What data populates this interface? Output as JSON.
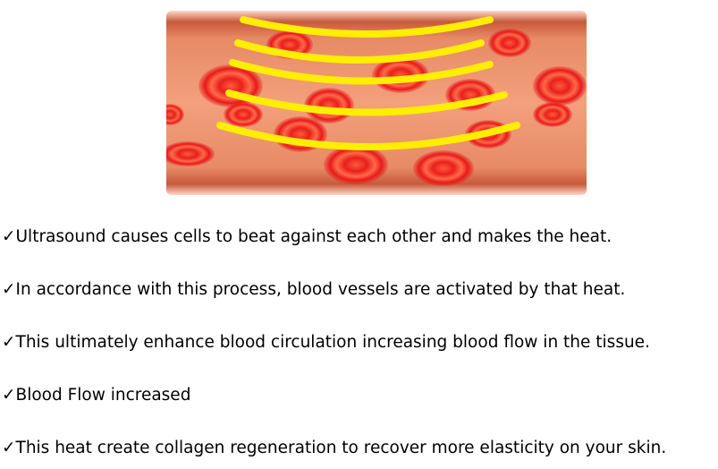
{
  "illustration": {
    "subject": "blood-vessel-with-ultrasound-waves",
    "vessel_color": "#f0916b",
    "vessel_edge_color": "#c85a3c",
    "cell_color": "#e81a1a",
    "cell_highlight_color": "#ff6a4a",
    "wave_color": "#ffee00"
  },
  "bullets": {
    "check_glyph": "✓",
    "items": [
      {
        "text": "Ultrasound causes cells to beat against each other and makes the heat."
      },
      {
        "text": "In accordance with this process, blood vessels are activated by that heat."
      },
      {
        "text": "This ultimately enhance blood circulation increasing blood flow in the tissue."
      },
      {
        "text": "Blood Flow increased"
      },
      {
        "text": "This heat create collagen regeneration to recover more elasticity on your skin."
      }
    ]
  }
}
